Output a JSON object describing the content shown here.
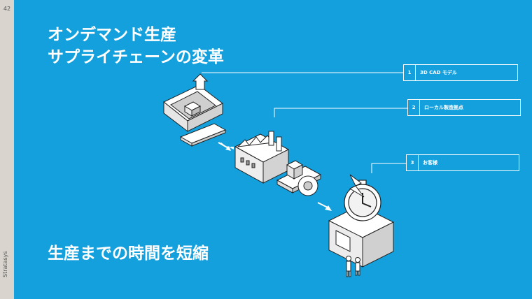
{
  "slide": {
    "page_number": "42",
    "brand": "Stratasys",
    "title_line1": "オンデマンド生産",
    "title_line2": "サプライチェーンの変革",
    "subtitle": "生産までの時間を短縮"
  },
  "callouts": [
    {
      "num": "1",
      "label": "3D CAD モデル"
    },
    {
      "num": "2",
      "label": "ローカル製造拠点"
    },
    {
      "num": "3",
      "label": "お客様"
    }
  ],
  "colors": {
    "background": "#14a0dd",
    "sidebar": "#d9d5ce",
    "line": "#ffffff",
    "illustration_fill": "#ffffff",
    "illustration_stroke": "#222222"
  }
}
